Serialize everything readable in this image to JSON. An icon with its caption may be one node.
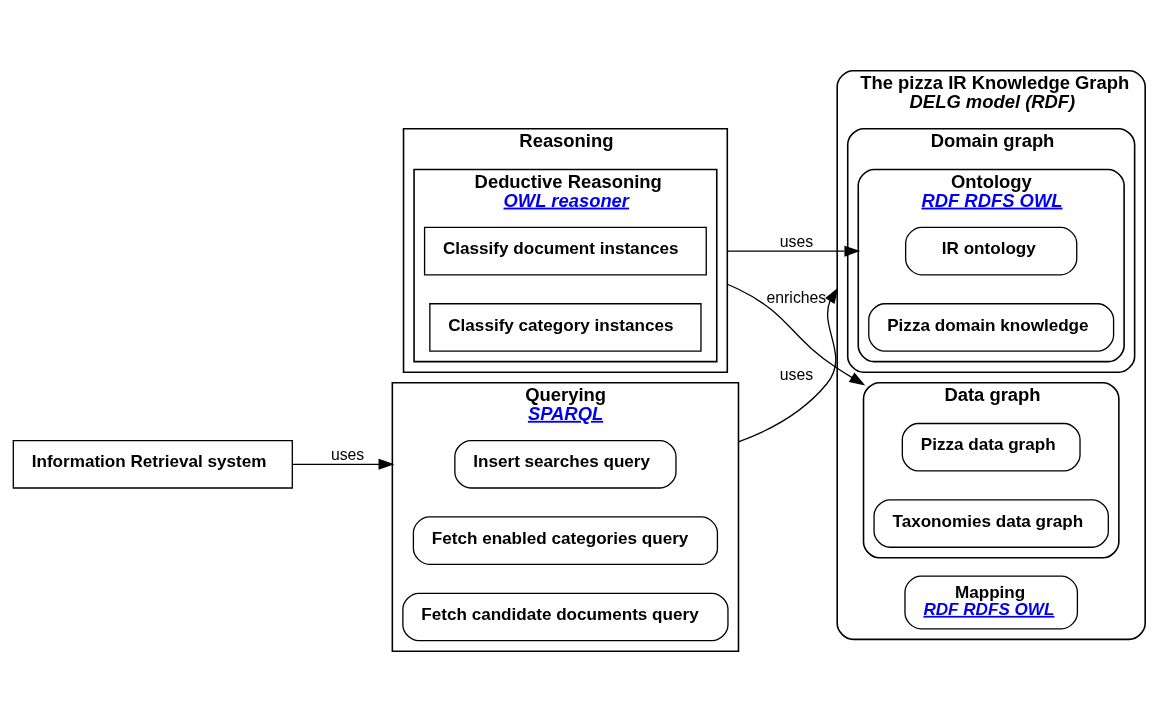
{
  "diagram": {
    "nodes": [
      {
        "text": [
          "The pizza IR Knowledge Graph",
          "DELG model (RDF)"
        ]
      },
      {
        "text": [
          "Domain graph"
        ],
        "in": 0
      },
      {
        "text": [
          "Ontology",
          "RDF RDFS OWL"
        ],
        "in": 1
      },
      {
        "text": [
          "IR ontology"
        ],
        "in": 2
      },
      {
        "text": [
          "Pizza domain knowledge"
        ],
        "in": 2
      },
      {
        "text": [
          "Mapping",
          "RDF RDFS OWL"
        ],
        "in": 0
      },
      {
        "text": [
          "Data graph"
        ],
        "in": 0
      },
      {
        "text": [
          "Pizza data graph"
        ],
        "in": 6
      },
      {
        "text": [
          "Taxonomies data graph"
        ],
        "in": 6
      },
      {
        "text": [
          "Reasoning"
        ]
      },
      {
        "text": [
          "Deductive Reasoning",
          "OWL reasoner"
        ],
        "in": 9
      },
      {
        "text": [
          "Classify document instances"
        ],
        "in": 10
      },
      {
        "text": [
          "Classify category instances"
        ],
        "in": 10
      },
      {
        "text": [
          "Information Retrieval system"
        ]
      },
      {
        "text": [
          "Querying",
          "SPARQL"
        ]
      },
      {
        "text": [
          "Insert searches query"
        ],
        "in": 14
      },
      {
        "text": [
          "Fetch enabled categories query"
        ],
        "in": 14
      },
      {
        "text": [
          "Fetch candidate documents query"
        ],
        "in": 14
      }
    ],
    "edges": [
      {
        "from": 9,
        "to": 2,
        "arrow": "to",
        "label": "uses"
      },
      {
        "from": 9,
        "to": 6,
        "arrow": "to",
        "label": "enriches"
      },
      {
        "from": 13,
        "to": 14,
        "arrow": "to",
        "label": "uses"
      },
      {
        "from": 14,
        "to": 0,
        "arrow": "to",
        "label": "uses"
      }
    ]
  }
}
